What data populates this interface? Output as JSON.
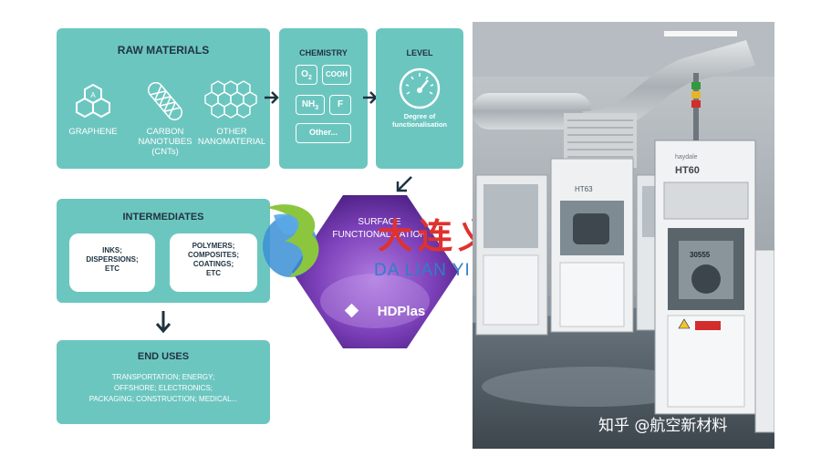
{
  "raw_materials": {
    "title": "RAW MATERIALS",
    "items": [
      {
        "label_lines": [
          "GRAPHENE"
        ],
        "icon": "graphene-hexagon-icon"
      },
      {
        "label_lines": [
          "CARBON",
          "NANOTUBES",
          "(CNTs)"
        ],
        "icon": "carbon-nanotube-icon"
      },
      {
        "label_lines": [
          "OTHER",
          "NANOMATERIAL"
        ],
        "icon": "nanomaterial-lattice-icon"
      }
    ],
    "graphene_symbol": "A"
  },
  "chemistry": {
    "title": "CHEMISTRY",
    "boxes": [
      "O2",
      "COOH",
      "NH3",
      "F",
      "Other..."
    ]
  },
  "level": {
    "title": "LEVEL",
    "icon": "gauge-icon",
    "caption_lines": [
      "Degree of",
      "functionalisation"
    ]
  },
  "surface": {
    "title_lines": [
      "SURFACE",
      "FUNCTIONALISATION"
    ],
    "brand": "HDPlas"
  },
  "intermediates": {
    "title": "INTERMEDIATES",
    "left_lines": [
      "INKS;",
      "DISPERSIONS;",
      "ETC"
    ],
    "right_lines": [
      "POLYMERS;",
      "COMPOSITES;",
      "COATINGS;",
      "ETC"
    ]
  },
  "end_uses": {
    "title": "END USES",
    "lines": [
      "TRANSPORTATION; ENERGY;",
      "OFFSHORE; ELECTRONICS;",
      "PACKAGING; CONSTRUCTION; MEDICAL..."
    ]
  },
  "watermark": {
    "chinese": "大连义邦",
    "latin": "DA LIAN YI BANG"
  },
  "photo": {
    "machine_brand": "haydale",
    "machine_label": "HT60",
    "machine_label_2": "HT63",
    "unit_number": "30555"
  },
  "credit": "知乎 @航空新材料",
  "colors": {
    "panel_teal": "#6cc6c0",
    "dark_text": "#1f3340",
    "hexagon_purple": "#7b3fb8",
    "watermark_blue": "#2f7fc8",
    "watermark_red": "#e0312d"
  }
}
